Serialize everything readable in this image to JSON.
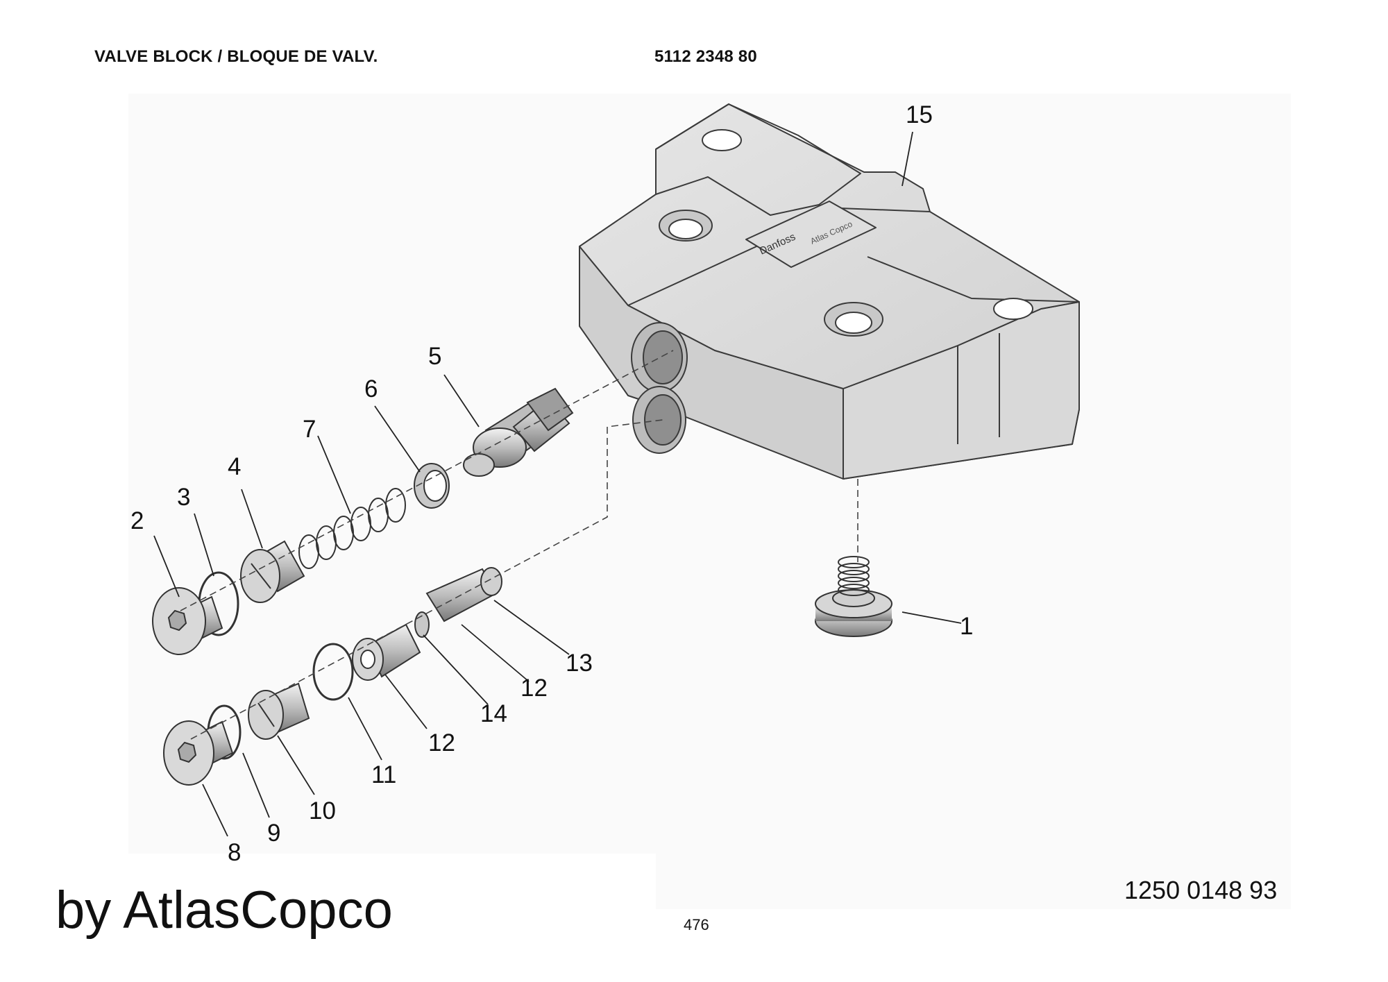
{
  "header": {
    "title": "VALVE BLOCK / BLOQUE DE VALV.",
    "part_number": "5112 2348 80"
  },
  "block_labels": {
    "danfoss": "Danfoss",
    "atlas": "Atlas Copco"
  },
  "callouts": [
    "1",
    "2",
    "3",
    "4",
    "5",
    "6",
    "7",
    "8",
    "9",
    "10",
    "11",
    "12",
    "12",
    "13",
    "14",
    "15"
  ],
  "footer": {
    "brand": "by AtlasCopco",
    "reference": "1250 0148 93",
    "page": "476"
  }
}
